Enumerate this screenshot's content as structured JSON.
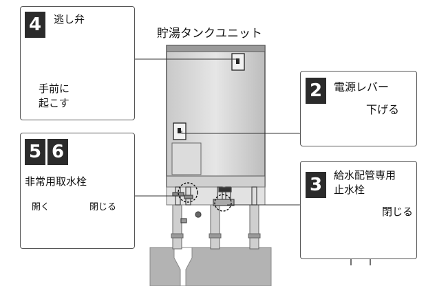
{
  "title": "貯湯タンクユニット",
  "panels": {
    "relief_valve": {
      "number": "4",
      "label": "逃し弁",
      "note_line1": "手前に",
      "note_line2": "起こす"
    },
    "power_lever": {
      "number": "2",
      "label": "電源レバー",
      "direction": "下げる"
    },
    "emergency_tap": {
      "number_a": "5",
      "number_b": "6",
      "label": "非常用取水栓",
      "open": "開く",
      "close": "閉じる"
    },
    "supply_valve": {
      "number": "3",
      "label_line1": "給水配管専用",
      "label_line2": "止水栓",
      "close": "閉じる"
    }
  }
}
